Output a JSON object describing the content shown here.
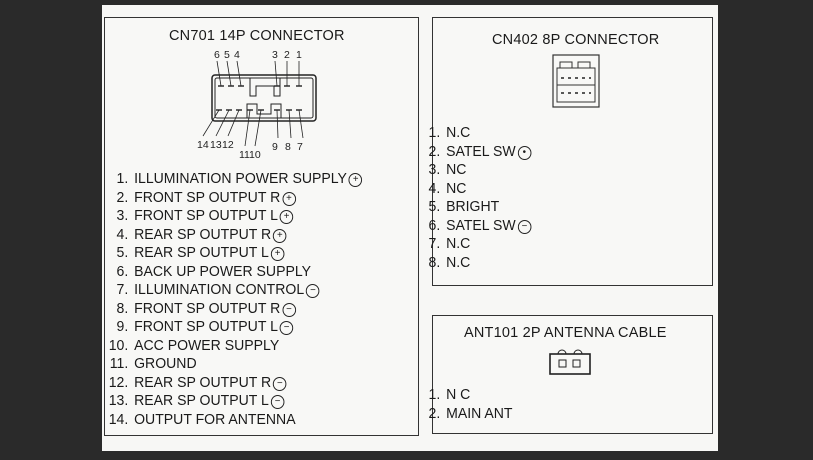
{
  "cn701": {
    "title": "CN701  14P CONNECTOR",
    "pin_labels_top": [
      "6",
      "5",
      "4",
      "3",
      "2",
      "1"
    ],
    "pin_labels_bottom": [
      "14",
      "13",
      "12",
      "11",
      "10",
      "9",
      "8",
      "7"
    ],
    "pins": [
      {
        "num": "1.",
        "label": "ILLUMINATION POWER SUPPLY",
        "pol": "+"
      },
      {
        "num": "2.",
        "label": "FRONT SP OUTPUT R",
        "pol": "+"
      },
      {
        "num": "3.",
        "label": "FRONT SP OUTPUT L",
        "pol": "+"
      },
      {
        "num": "4.",
        "label": "REAR SP OUTPUT R",
        "pol": "+"
      },
      {
        "num": "5.",
        "label": "REAR SP OUTPUT L",
        "pol": "+"
      },
      {
        "num": "6.",
        "label": "BACK UP POWER SUPPLY",
        "pol": null
      },
      {
        "num": "7.",
        "label": "ILLUMINATION CONTROL",
        "pol": "−"
      },
      {
        "num": "8.",
        "label": "FRONT SP OUTPUT R",
        "pol": "−"
      },
      {
        "num": "9.",
        "label": "FRONT SP OUTPUT L",
        "pol": "−"
      },
      {
        "num": "10.",
        "label": "ACC POWER SUPPLY",
        "pol": null
      },
      {
        "num": "11.",
        "label": "GROUND",
        "pol": null
      },
      {
        "num": "12.",
        "label": "REAR SP OUTPUT R",
        "pol": "−"
      },
      {
        "num": "13.",
        "label": "REAR SP OUTPUT L",
        "pol": "−"
      },
      {
        "num": "14.",
        "label": "OUTPUT FOR ANTENNA",
        "pol": null
      }
    ]
  },
  "cn402": {
    "title": "CN402  8P CONNECTOR",
    "pins": [
      {
        "num": "1.",
        "label": "N.C",
        "pol": null
      },
      {
        "num": "2.",
        "label": "SATEL SW",
        "pol": "•"
      },
      {
        "num": "3.",
        "label": "NC",
        "pol": null
      },
      {
        "num": "4.",
        "label": "NC",
        "pol": null
      },
      {
        "num": "5.",
        "label": "BRIGHT",
        "pol": null
      },
      {
        "num": "6.",
        "label": "SATEL SW",
        "pol": "−"
      },
      {
        "num": "7.",
        "label": "N.C",
        "pol": null
      },
      {
        "num": "8.",
        "label": "N.C",
        "pol": null
      }
    ]
  },
  "ant101": {
    "title": "ANT101  2P  ANTENNA CABLE",
    "pins": [
      {
        "num": "1.",
        "label": "N C",
        "pol": null
      },
      {
        "num": "2.",
        "label": "MAIN ANT",
        "pol": null
      }
    ]
  }
}
